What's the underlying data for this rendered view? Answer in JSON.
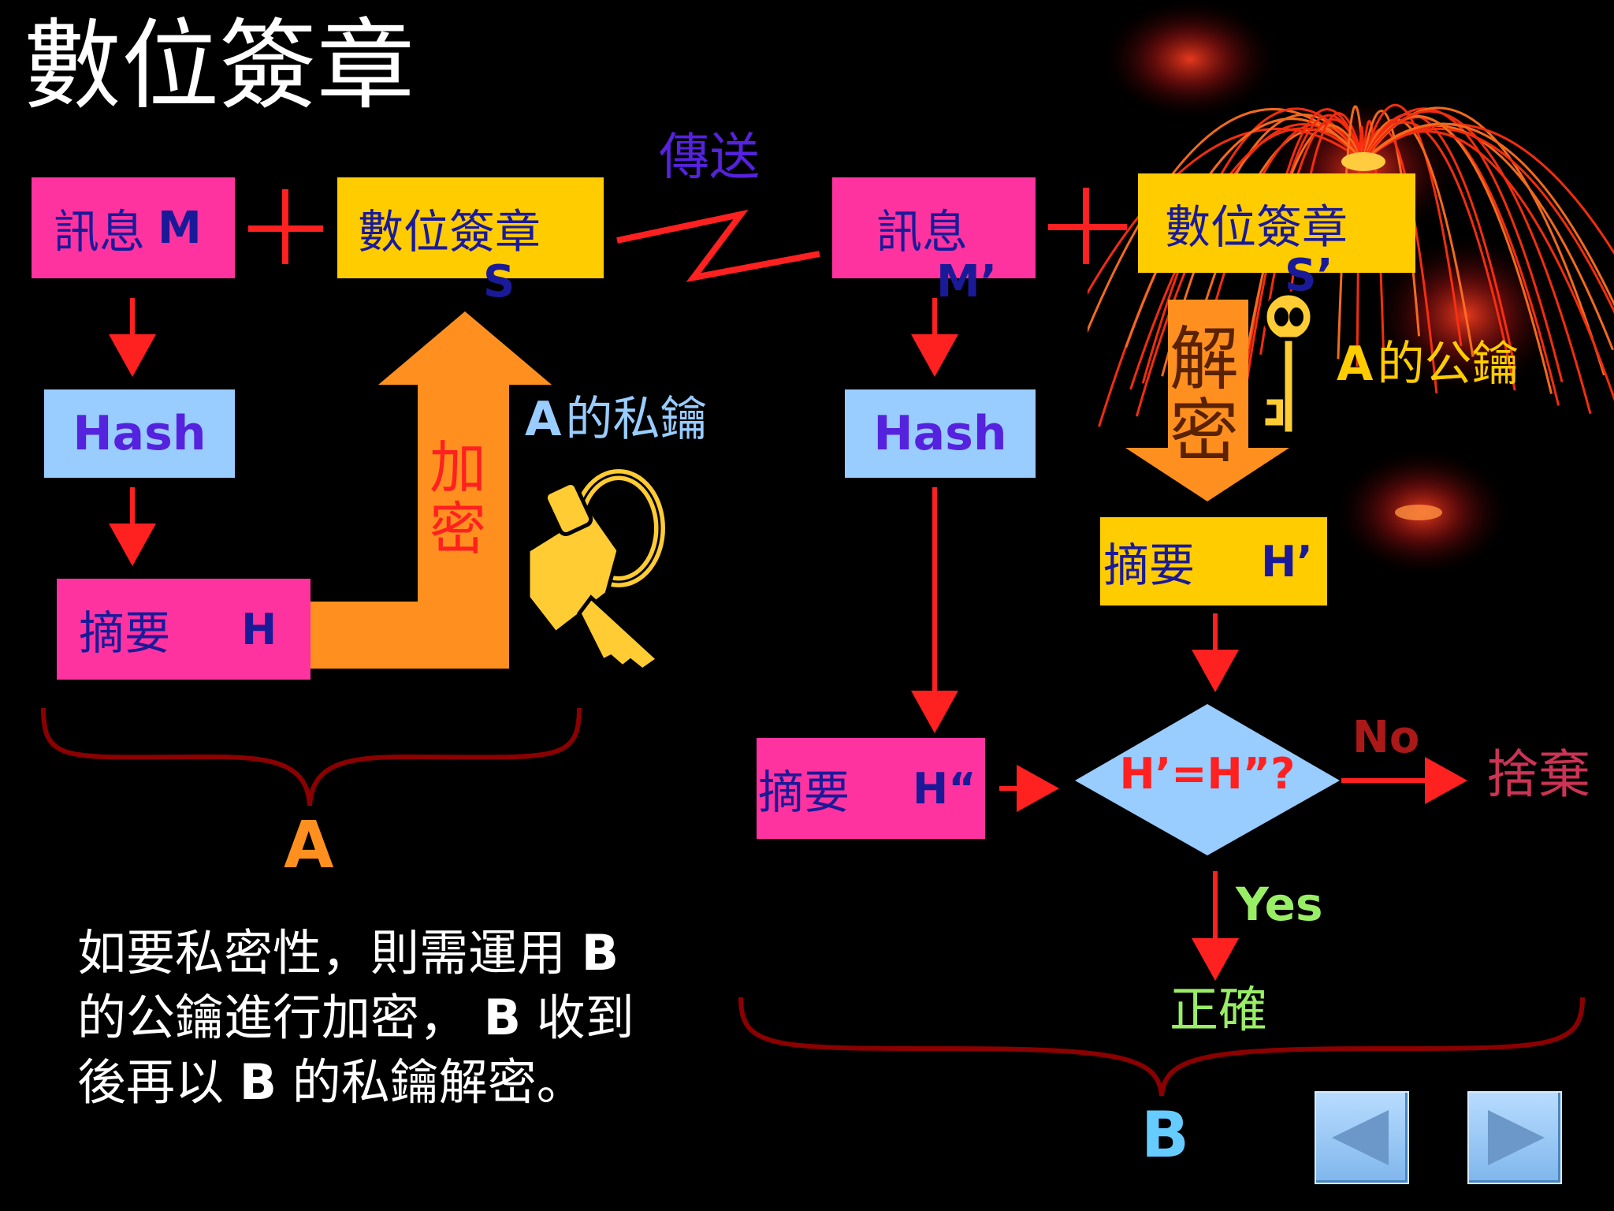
{
  "title": "數位簽章",
  "sender": {
    "message_box": {
      "zh": "訊息",
      "en": "M"
    },
    "signature_box": {
      "zh": "數位簽章",
      "en": "S"
    },
    "hash_box": "Hash",
    "digest_box": {
      "zh": "摘要",
      "en": "H"
    },
    "encrypt_label": "加密",
    "key_label": {
      "en": "A",
      "zh": "的私鑰"
    },
    "brace_label": "A"
  },
  "transmit_label": "傳送",
  "receiver": {
    "message_box": {
      "zh": "訊息",
      "en": "M’"
    },
    "signature_box": {
      "zh": "數位簽章",
      "en": "S’"
    },
    "hash_box": "Hash",
    "decrypt_label": "解密",
    "public_key_label": {
      "en": "A",
      "zh": "的公鑰"
    },
    "digest_decrypted_box": {
      "zh": "摘要",
      "en": "H’"
    },
    "digest_hashed_box": {
      "zh": "摘要",
      "en": "H“"
    },
    "compare": "H’=H”?",
    "no_label": "No",
    "discard_label": "捨棄",
    "yes_label": "Yes",
    "correct_label": "正確",
    "brace_label": "B"
  },
  "note": {
    "line1": {
      "a": "如要私密性，則需運用 ",
      "b": "B"
    },
    "line2": {
      "a": "的公鑰進行加密， ",
      "b": "B",
      "c": " 收到"
    },
    "line3": {
      "a": "後再以 ",
      "b": "B",
      "c": " 的私鑰解密。"
    }
  },
  "nav": {
    "prev_icon": "triangle-left-icon",
    "next_icon": "triangle-right-icon"
  },
  "colors": {
    "pink": "#ff33a0",
    "yellow": "#ffcc00",
    "light_blue": "#99ccff",
    "arrow_red": "#ff2020",
    "orange": "#ff9020",
    "purple": "#5522dd",
    "navy": "#1a1a99",
    "green": "#99ee66",
    "dark_red_brace": "#8b0000",
    "cyan": "#66ccff",
    "discard": "#cc3355"
  }
}
